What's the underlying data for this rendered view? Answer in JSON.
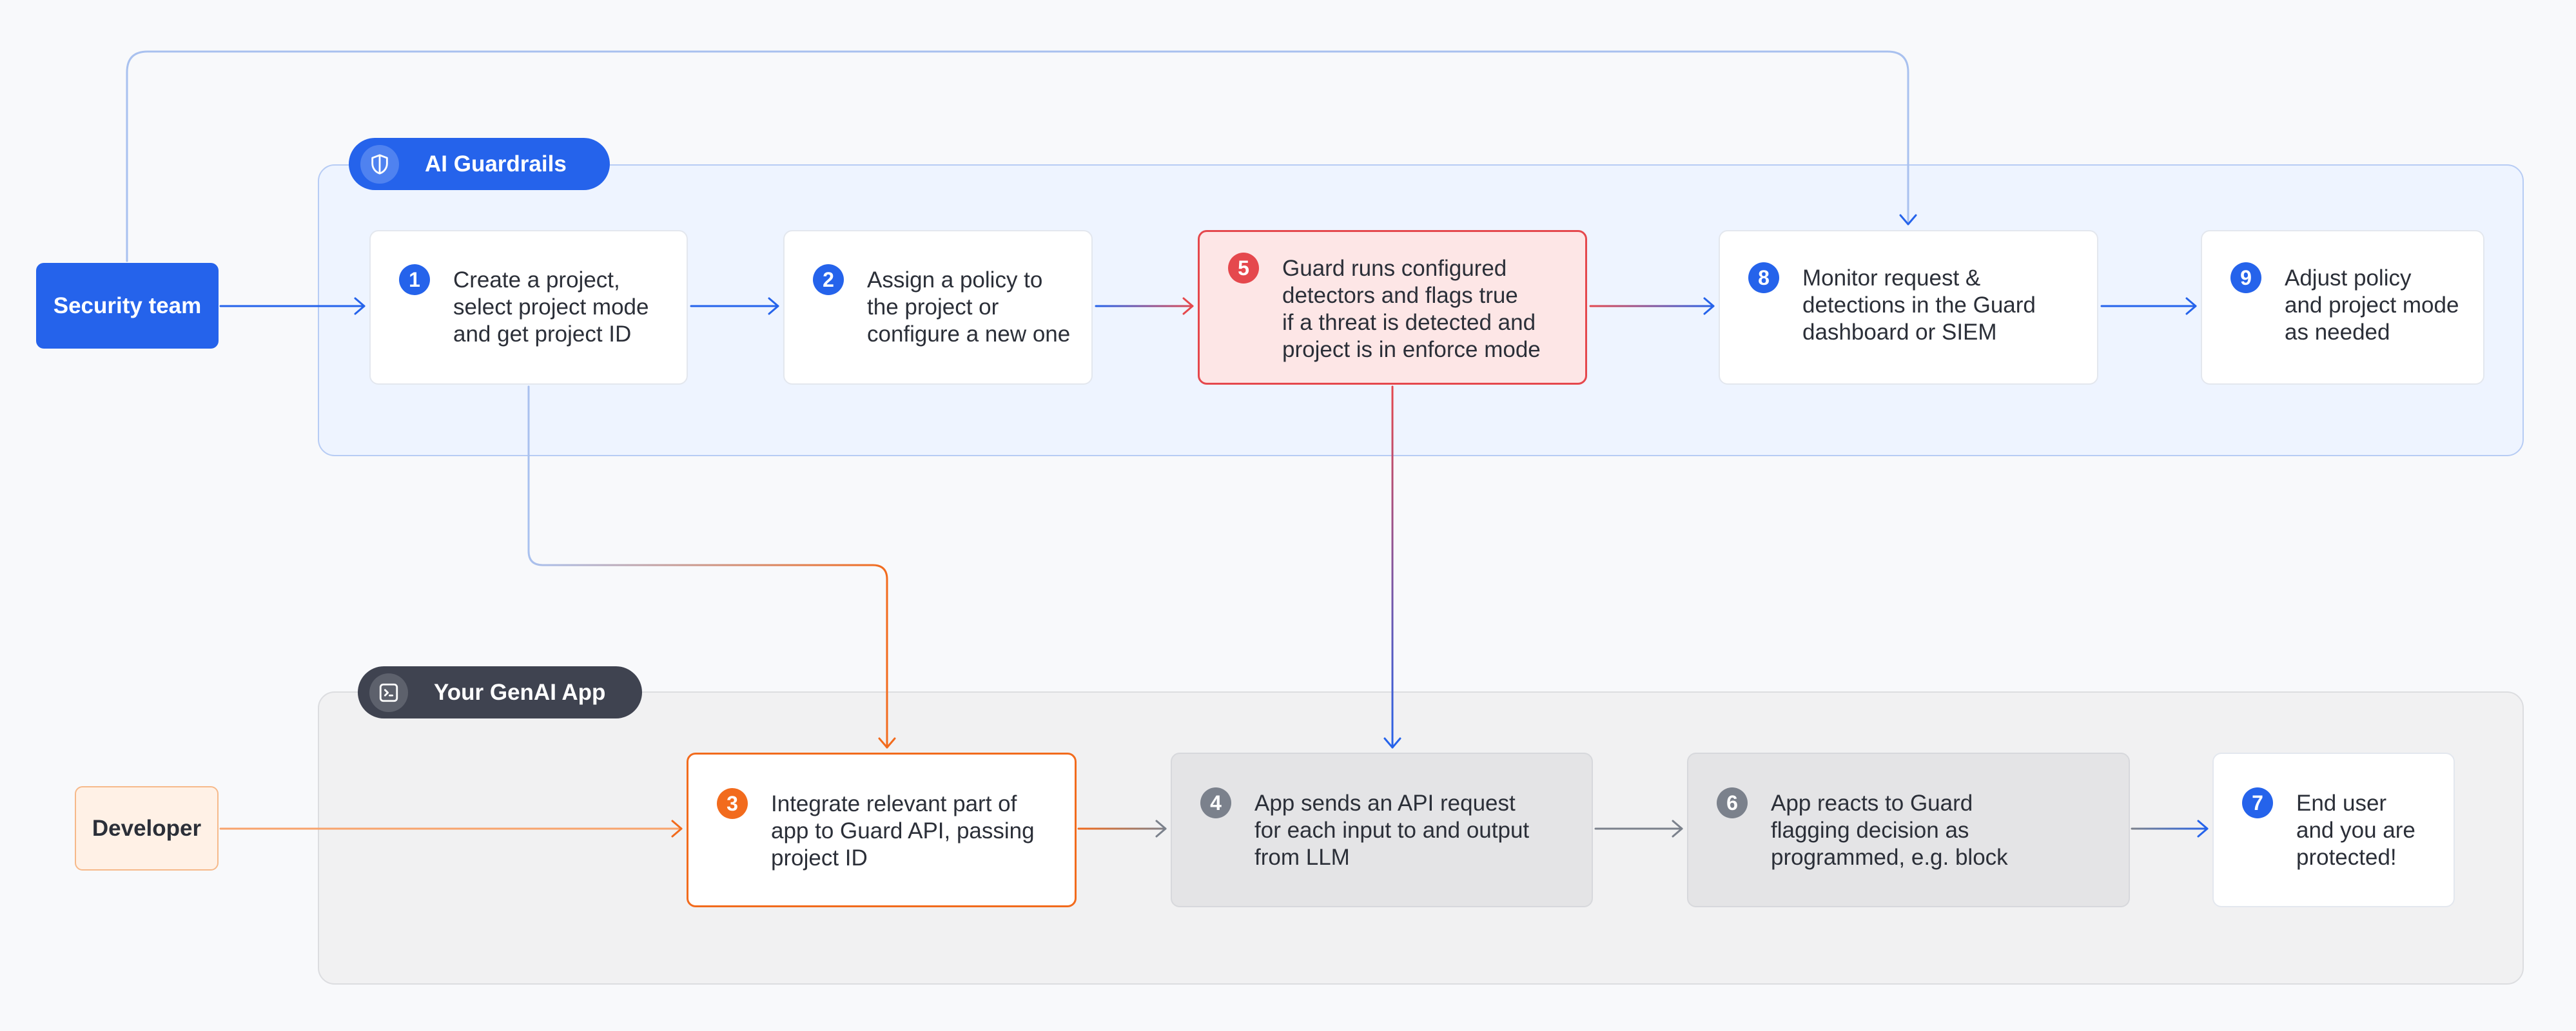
{
  "groups": {
    "ai_guardrails": {
      "label": "AI Guardrails",
      "icon": "shield-icon"
    },
    "genai_app": {
      "label": "Your GenAI App",
      "icon": "terminal-icon"
    }
  },
  "actors": {
    "security_team": "Security team",
    "developer": "Developer"
  },
  "steps": {
    "s1": {
      "number": "1",
      "text": "Create a project,\nselect project mode\nand get project ID"
    },
    "s2": {
      "number": "2",
      "text": "Assign a policy to\nthe project or\nconfigure a new one"
    },
    "s3": {
      "number": "3",
      "text": "Integrate relevant part of\napp to Guard API, passing\nproject ID"
    },
    "s4": {
      "number": "4",
      "text": "App sends an API request\nfor each input to and output\nfrom LLM"
    },
    "s5": {
      "number": "5",
      "text": "Guard runs configured\ndetectors and flags true\nif a threat is detected and\nproject is in enforce mode"
    },
    "s6": {
      "number": "6",
      "text": "App reacts to Guard\nflagging decision as\nprogrammed, e.g. block"
    },
    "s7": {
      "number": "7",
      "text": "End user\nand you are\nprotected!"
    },
    "s8": {
      "number": "8",
      "text": "Monitor request &\ndetections in the Guard\ndashboard or SIEM"
    },
    "s9": {
      "number": "9",
      "text": "Adjust policy\nand project mode\nas needed"
    }
  },
  "colors": {
    "blue": "#2563eb",
    "red": "#e5484d",
    "orange": "#f26b1d",
    "gray": "#7b818c",
    "light_blue_line": "#a9c1ef"
  }
}
